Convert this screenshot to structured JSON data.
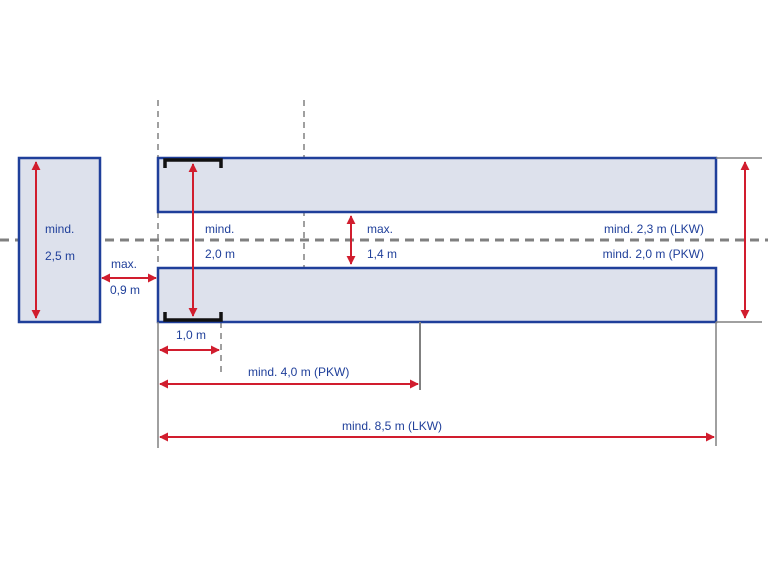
{
  "labels": {
    "left_mind": "mind.",
    "left_width": "2,5 m",
    "gap_max": "max.",
    "gap_value": "0,9 m",
    "inner_mind": "mind.",
    "inner_value": "2,0 m",
    "center_max": "max.",
    "center_value": "1,4 m",
    "lkw_width": "mind. 2,3 m (LKW)",
    "pkw_width": "mind. 2,0 m (PKW)",
    "post_offset": "1,0 m",
    "pkw_length": "mind. 4,0 m (PKW)",
    "lkw_length": "mind. 8,5 m (LKW)"
  },
  "colors": {
    "fill": "#dde1ec",
    "outline": "#1f3f9a",
    "arrow": "#d11d2e",
    "text": "#1f3f9a",
    "dash": "#808080",
    "bracket": "#111111"
  }
}
